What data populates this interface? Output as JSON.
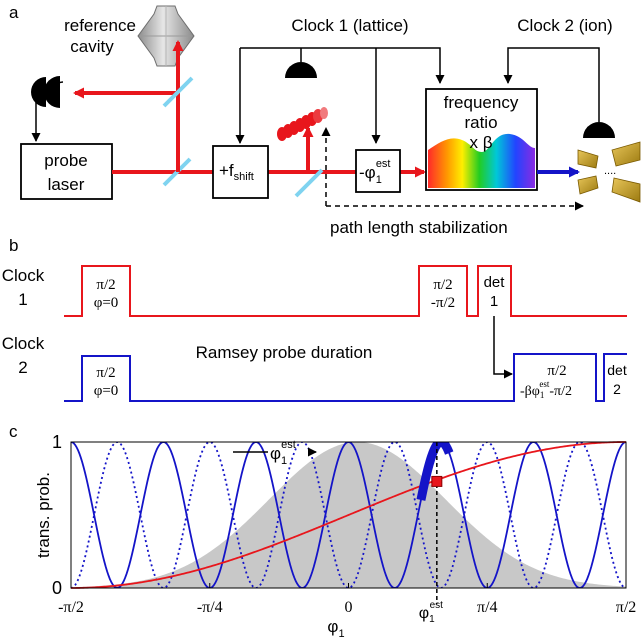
{
  "panels": {
    "a": "a",
    "b": "b",
    "c": "c"
  },
  "setup": {
    "reference_cavity_line1": "reference",
    "reference_cavity_line2": "cavity",
    "clock1_title": "Clock 1 (lattice)",
    "clock2_title": "Clock 2 (ion)",
    "probe_laser_line1": "probe",
    "probe_laser_line2": "laser",
    "fshift_main": "+f",
    "fshift_sub": "shift",
    "phase_corr_main": "-φ",
    "phase_corr_sub": "1",
    "phase_corr_sup": "est",
    "ratio_line1": "frequency",
    "ratio_line2": "ratio",
    "ratio_line3": "x β",
    "path_stab": "path length stabilization",
    "ion_dots": "....",
    "colors": {
      "laser_red": "#e8161c",
      "blue": "#1414c8",
      "cyan": "#7fd3f0",
      "gold": "#c8a21e"
    }
  },
  "timing": {
    "clock1_label_l1": "Clock",
    "clock1_label_l2": "1",
    "clock2_label_l1": "Clock",
    "clock2_label_l2": "2",
    "c1_pulse1_l1": "π/2",
    "c1_pulse1_l2": "φ=0",
    "c1_pulse2_l1": "π/2",
    "c1_pulse2_l2": "-π/2",
    "c1_det_l1": "det",
    "c1_det_l2": "1",
    "c2_pulse1_l1": "π/2",
    "c2_pulse1_l2": "φ=0",
    "ramsey_label": "Ramsey probe duration",
    "c2_pulse2_l1": "π/2",
    "c2_pulse2_l2_a": "-βφ",
    "c2_pulse2_l2_sub": "1",
    "c2_pulse2_l2_sup": "est",
    "c2_pulse2_l2_b": "-π/2",
    "c2_det_l1": "det",
    "c2_det_l2": "2"
  },
  "chart_data": {
    "type": "line",
    "ylabel": "trans. prob.",
    "xlabel_main": "φ",
    "xlabel_sub": "1",
    "xlim": [
      -1.5708,
      1.5708
    ],
    "ylim": [
      0,
      1
    ],
    "x_ticks": [
      {
        "value": -1.5708,
        "label": "-π/2"
      },
      {
        "value": -0.7854,
        "label": "-π/4"
      },
      {
        "value": 0,
        "label": "0"
      },
      {
        "value": 0.7854,
        "label": "π/4"
      },
      {
        "value": 1.5708,
        "label": "π/2"
      }
    ],
    "y_ticks": [
      {
        "value": 0,
        "label": "0"
      },
      {
        "value": 1,
        "label": "1"
      }
    ],
    "annotation_main": "φ",
    "annotation_sub": "1",
    "annotation_sup": "est",
    "phi_est": 0.5,
    "marker_y": 0.73,
    "series": [
      {
        "style": "gaussian-fill",
        "color": "#c8c8c8",
        "center": 0.05,
        "sigma": 0.5
      },
      {
        "style": "solid",
        "color": "#e8161c",
        "function": "0.5*(1+sin(phi))"
      },
      {
        "style": "solid",
        "color": "#1414c8",
        "fringe_frequency": 12,
        "phase": 0.0
      },
      {
        "style": "dotted",
        "color": "#1414c8",
        "fringe_frequency": 12,
        "phase": 3.1416
      }
    ]
  }
}
